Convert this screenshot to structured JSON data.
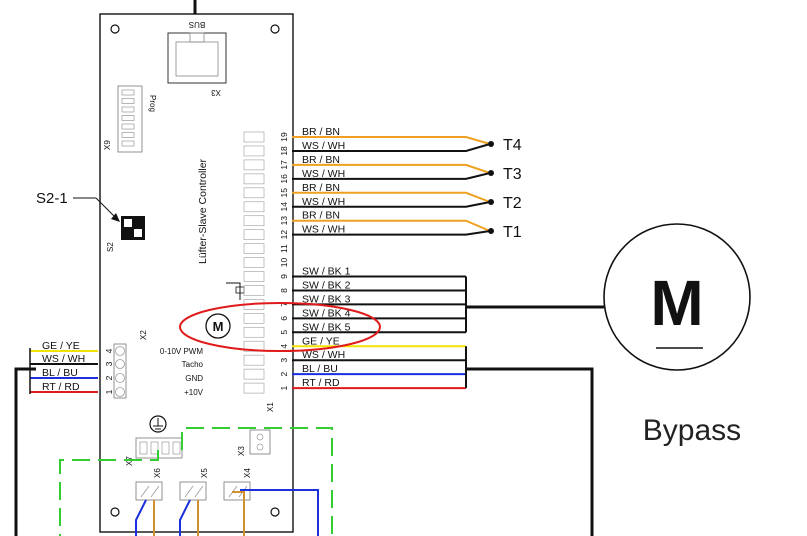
{
  "board": {
    "bus_label": "BUS",
    "x3_top_label": "X3",
    "prog_label": "Prog",
    "x9_label": "X9",
    "controller_title": "Lüfter-Slave Controller",
    "s2_label": "S2",
    "x2_label": "X2",
    "x1_label": "X1",
    "x3_label": "X3",
    "x4_label": "X4",
    "x5_label": "X5",
    "x6_label": "X6",
    "x7_label": "X7",
    "motor_symbol": "M"
  },
  "s2_callout": "S2-1",
  "x2_signals": [
    "0-10V PWM",
    "Tacho",
    "GND",
    "+10V"
  ],
  "x2_pins": [
    "4",
    "3",
    "2",
    "1"
  ],
  "x2_wires": [
    {
      "label": "GE / YE",
      "color": "#f2e200"
    },
    {
      "label": "WS / WH",
      "color": "#111111"
    },
    {
      "label": "BL / BU",
      "color": "#1a2fe0"
    },
    {
      "label": "RT / RD",
      "color": "#e01a1a"
    }
  ],
  "x1_pins": [
    "19",
    "18",
    "17",
    "16",
    "15",
    "14",
    "13",
    "12",
    "11",
    "10",
    "9",
    "8",
    "7",
    "6",
    "5",
    "4",
    "3",
    "2",
    "1"
  ],
  "sensor_wires": [
    {
      "label": "BR / BN",
      "color": "#f0a020"
    },
    {
      "label": "WS / WH",
      "color": "#111111"
    },
    {
      "label": "BR / BN",
      "color": "#f0a020"
    },
    {
      "label": "WS / WH",
      "color": "#111111"
    },
    {
      "label": "BR / BN",
      "color": "#f0a020"
    },
    {
      "label": "WS / WH",
      "color": "#111111"
    },
    {
      "label": "BR / BN",
      "color": "#f0a020"
    },
    {
      "label": "WS / WH",
      "color": "#111111"
    }
  ],
  "sensors": [
    "T4",
    "T3",
    "T2",
    "T1"
  ],
  "motor_wires": [
    {
      "label": "SW / BK 1",
      "color": "#111111"
    },
    {
      "label": "SW / BK 2",
      "color": "#111111"
    },
    {
      "label": "SW / BK 3",
      "color": "#111111"
    },
    {
      "label": "SW / BK 4",
      "color": "#111111"
    },
    {
      "label": "SW / BK 5",
      "color": "#111111"
    }
  ],
  "x1_bottom_wires": [
    {
      "label": "GE / YE",
      "color": "#f2e200"
    },
    {
      "label": "WS / WH",
      "color": "#111111"
    },
    {
      "label": "BL / BU",
      "color": "#1a2fe0"
    },
    {
      "label": "RT / RD",
      "color": "#e01a1a"
    }
  ],
  "bypass_motor": {
    "symbol": "M",
    "caption": "Bypass"
  },
  "highlight_color": "#e01a1a"
}
